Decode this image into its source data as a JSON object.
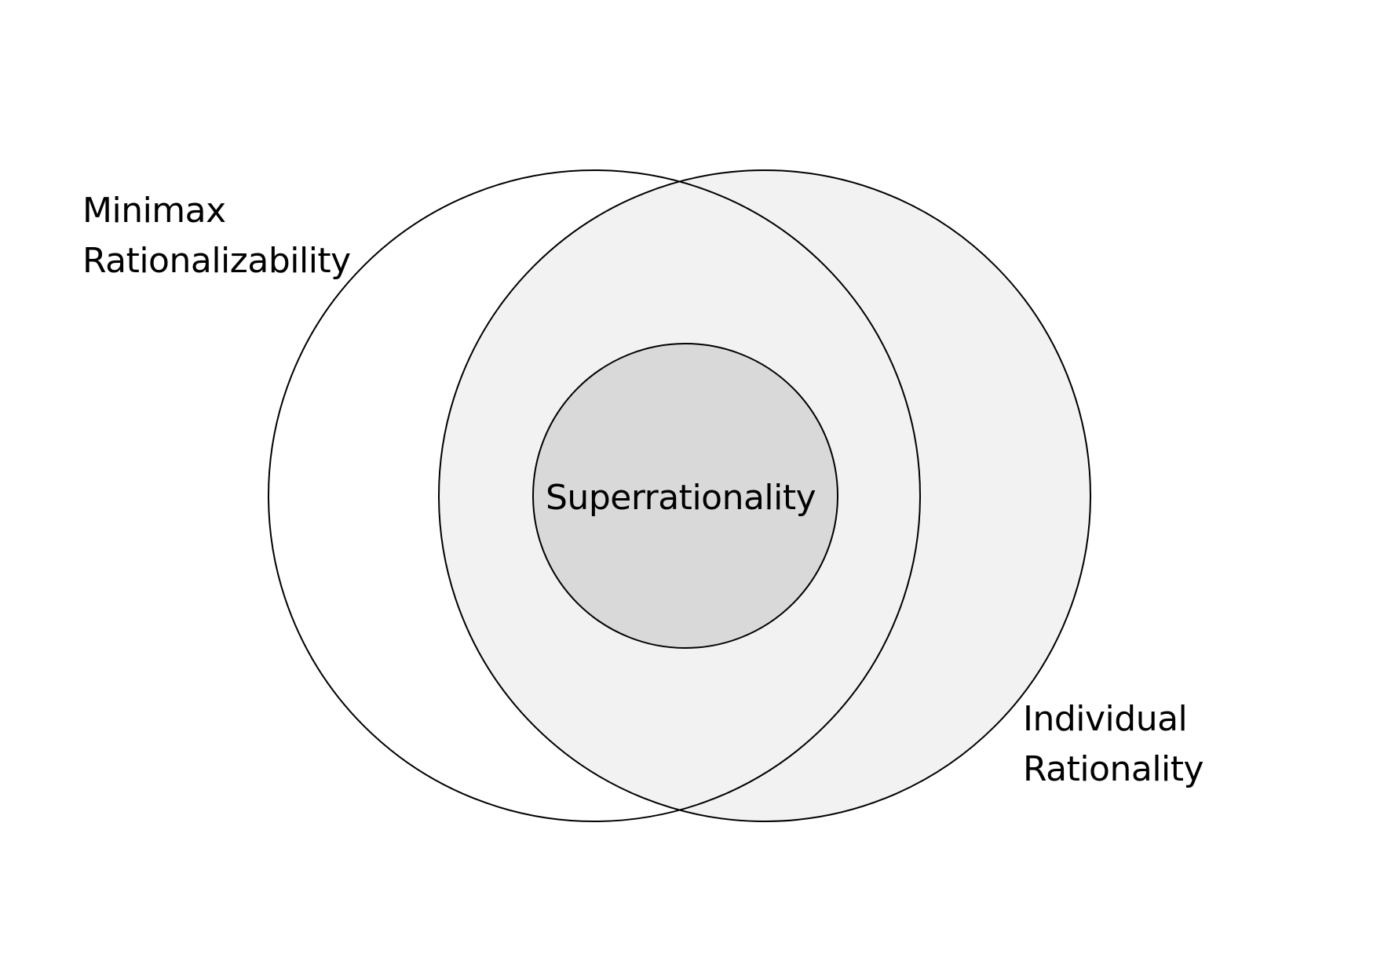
{
  "diagram": {
    "labels": {
      "minimax": [
        "Minimax",
        "Rationalizability"
      ],
      "individual": [
        "Individual",
        "Rationality"
      ],
      "superrationality": "Superrationality"
    },
    "colors": {
      "background": "#ffffff",
      "individual_fill": "#f2f2f2",
      "superrationality_fill": "#d9d9d9",
      "minimax_fill": "#ffffff",
      "stroke": "#000000"
    }
  }
}
